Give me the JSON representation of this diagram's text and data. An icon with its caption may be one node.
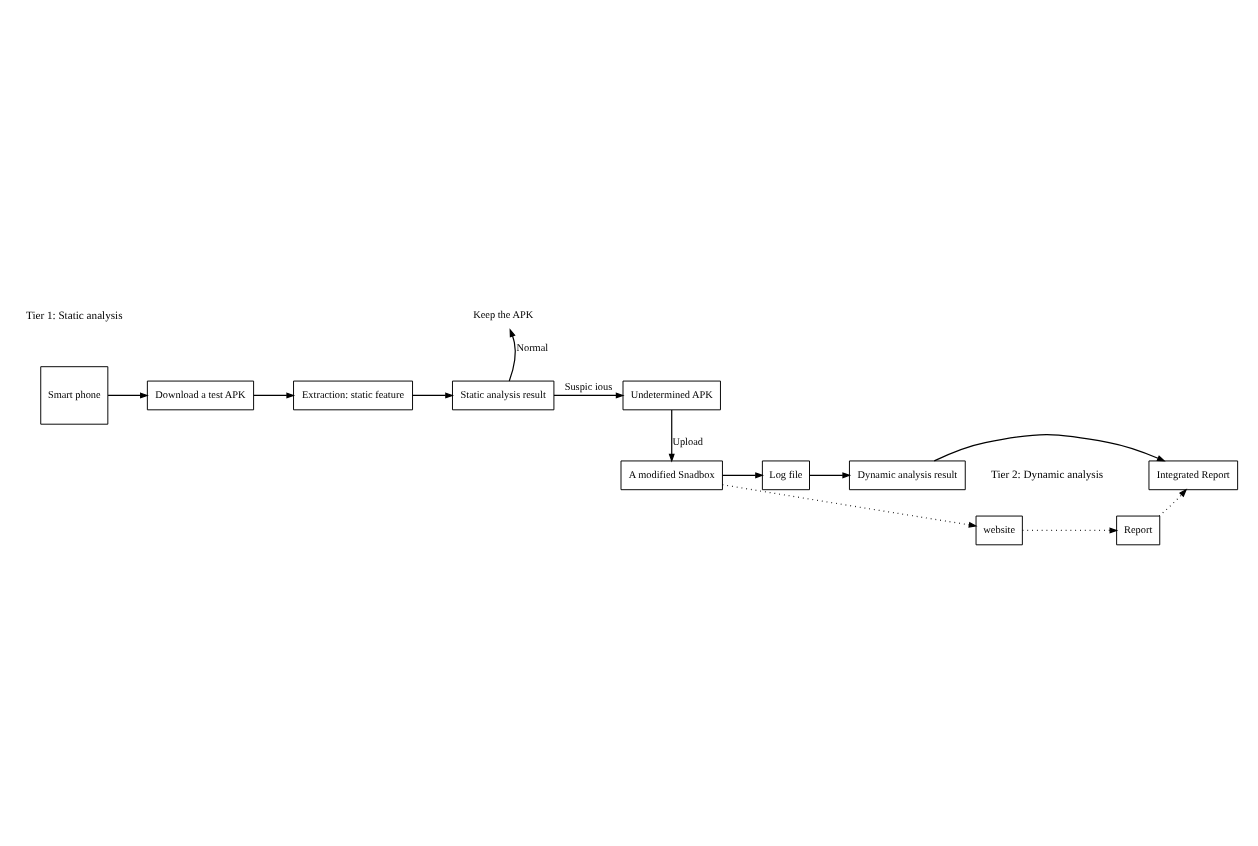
{
  "diagram": {
    "nodes": [
      {
        "text": [
          "Smart phone"
        ]
      },
      {
        "text": [
          "Download a test APK"
        ]
      },
      {
        "text": [
          "Extraction: static feature"
        ]
      },
      {
        "text": [
          "Static analysis result"
        ]
      },
      {
        "text": [
          "Undetermined APK"
        ]
      },
      {
        "text": [
          "Keep the APK"
        ]
      },
      {
        "text": [
          "A modified Snadbox"
        ]
      },
      {
        "text": [
          "Log file"
        ]
      },
      {
        "text": [
          "Dynamic analysis result"
        ]
      },
      {
        "text": [
          "Integrated Report"
        ]
      },
      {
        "text": [
          "website"
        ]
      },
      {
        "text": [
          "Report"
        ]
      }
    ],
    "edges": [
      {
        "from": 0,
        "to": 1,
        "arrow": "to"
      },
      {
        "from": 1,
        "to": 2,
        "arrow": "to"
      },
      {
        "from": 2,
        "to": 3,
        "arrow": "to"
      },
      {
        "from": 3,
        "to": 5,
        "arrow": "to",
        "label": "Normal"
      },
      {
        "from": 3,
        "to": 4,
        "arrow": "to",
        "label": "Suspic ious"
      },
      {
        "from": 4,
        "to": 6,
        "arrow": "to",
        "label": "Upload"
      },
      {
        "from": 6,
        "to": 7,
        "arrow": "to"
      },
      {
        "from": 7,
        "to": 8,
        "arrow": "to"
      },
      {
        "from": 8,
        "to": 9,
        "arrow": "to"
      },
      {
        "from": 6,
        "to": 10,
        "arrow": "to",
        "style": "dashed"
      },
      {
        "from": 10,
        "to": 11,
        "arrow": "to",
        "style": "dashed"
      },
      {
        "from": 11,
        "to": 9,
        "arrow": "to",
        "style": "dashed"
      }
    ],
    "labels": [
      "Tier 1: Static analysis",
      "Tier 2: Dynamic analysis"
    ]
  }
}
